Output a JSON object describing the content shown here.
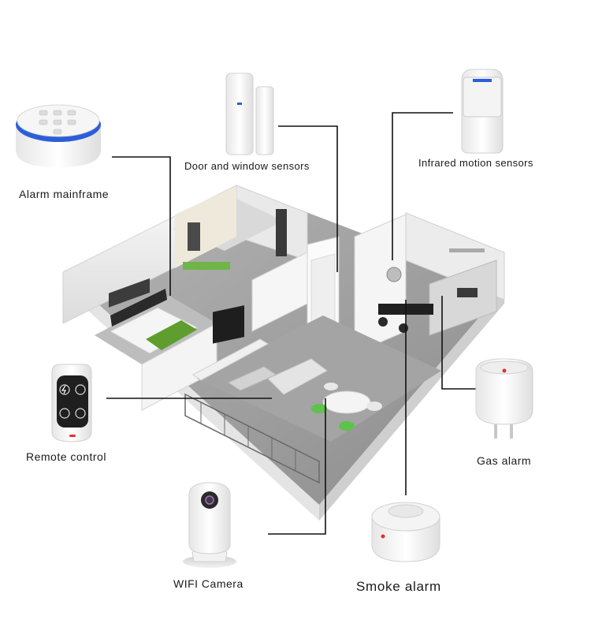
{
  "devices": {
    "alarm_mainframe": {
      "label": "Alarm mainframe"
    },
    "door_window_sensors": {
      "label": "Door and window sensors"
    },
    "infrared_motion_sensors": {
      "label": "Infrared motion sensors"
    },
    "remote_control": {
      "label": "Remote control"
    },
    "gas_alarm": {
      "label": "Gas alarm"
    },
    "wifi_camera": {
      "label": "WIFI Camera"
    },
    "smoke_alarm": {
      "label": "Smoke alarm"
    }
  },
  "colors": {
    "connector_line": "#111111",
    "accent_blue": "#2b5fd9",
    "accent_green": "#5fc24a",
    "wall_white": "#f2f2f2",
    "floor_gray": "#9a9a9a",
    "device_white": "#f7f7f7",
    "alarm_red": "#e0322a"
  }
}
